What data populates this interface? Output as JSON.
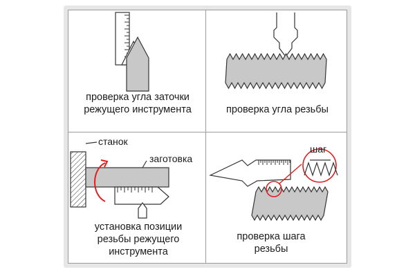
{
  "panels": {
    "tool_angle": {
      "caption": [
        "проверка угла заточки",
        "режущего инструмента"
      ]
    },
    "thread_angle": {
      "caption": [
        "проверка угла резьбы"
      ]
    },
    "tool_position": {
      "caption": [
        "установка позиции",
        "резьбы режущего",
        "инструмента"
      ],
      "labels": {
        "machine": "станок",
        "workpiece": "заготовка"
      }
    },
    "thread_pitch": {
      "caption": [
        "проверка шага",
        "резьбы"
      ],
      "labels": {
        "pitch": "шаг"
      }
    }
  },
  "colors": {
    "stroke": "#333333",
    "fill_gray": "#c8c8c8",
    "accent_red": "#e01e1e",
    "frame": "#e6e6e6"
  }
}
